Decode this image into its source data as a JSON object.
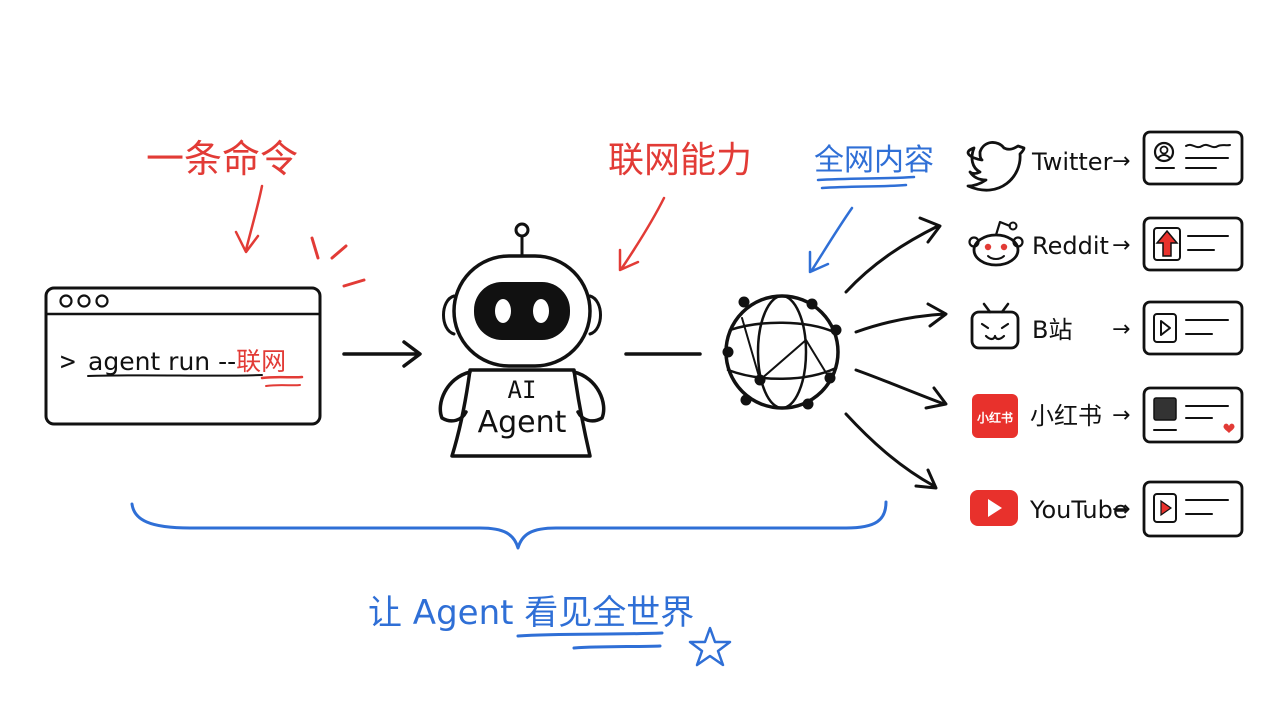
{
  "labels": {
    "one_command": "一条命令",
    "network_ability": "联网能力",
    "all_content": "全网内容",
    "bottom_prefix": "让 Agent ",
    "bottom_highlight": "看见全世界"
  },
  "terminal": {
    "prompt": ">",
    "command": "agent run --",
    "flag": "联网"
  },
  "agent": {
    "line1": "AI",
    "line2": "Agent"
  },
  "platforms": [
    {
      "name": "Twitter",
      "icon": "twitter-bird-icon"
    },
    {
      "name": "Reddit",
      "icon": "reddit-alien-icon"
    },
    {
      "name": "B站",
      "icon": "bilibili-tv-icon"
    },
    {
      "name": "小红书",
      "icon": "xiaohongshu-icon",
      "icon_text": "小红书"
    },
    {
      "name": "YouTube",
      "icon": "youtube-play-icon"
    }
  ],
  "arrow_glyph": "→",
  "colors": {
    "ink": "#111111",
    "red": "#e23b36",
    "blue": "#2f6fd6",
    "xhs_red": "#e8312c",
    "youtube_red": "#e8312c"
  }
}
